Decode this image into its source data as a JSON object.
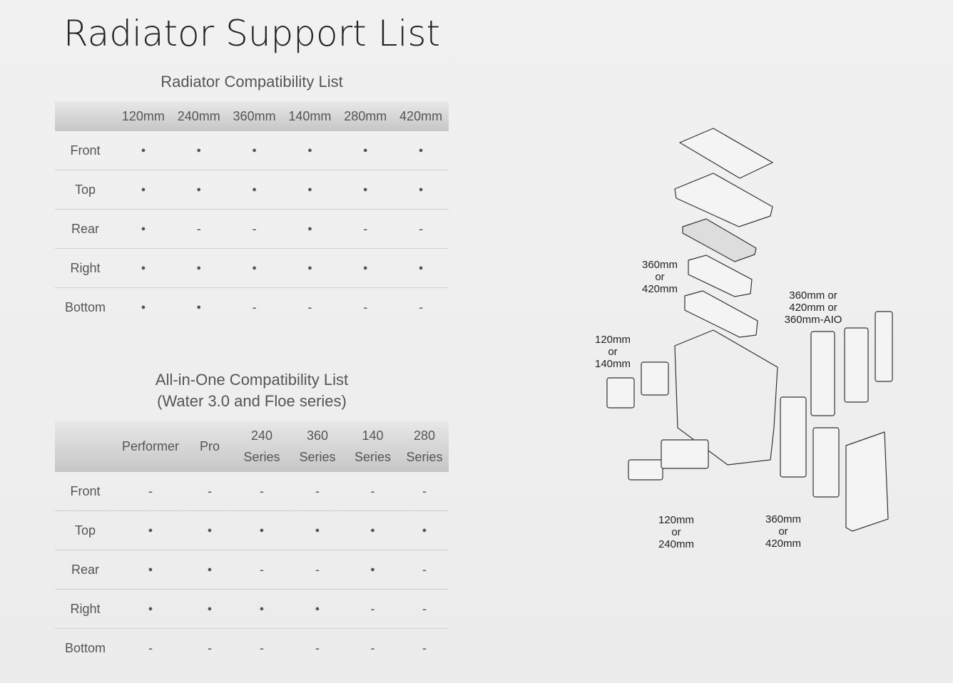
{
  "title": "Radiator Support List",
  "radiator": {
    "heading": "Radiator Compatibility List",
    "columns": [
      "120mm",
      "240mm",
      "360mm",
      "140mm",
      "280mm",
      "420mm"
    ],
    "rows": [
      {
        "label": "Front",
        "cells": [
          "●",
          "●",
          "●",
          "●",
          "●",
          "●"
        ]
      },
      {
        "label": "Top",
        "cells": [
          "●",
          "●",
          "●",
          "●",
          "●",
          "●"
        ]
      },
      {
        "label": "Rear",
        "cells": [
          "●",
          "-",
          "-",
          "●",
          "-",
          "-"
        ]
      },
      {
        "label": "Right",
        "cells": [
          "●",
          "●",
          "●",
          "●",
          "●",
          "●"
        ]
      },
      {
        "label": "Bottom",
        "cells": [
          "●",
          "●",
          "-",
          "-",
          "-",
          "-"
        ]
      }
    ]
  },
  "aio": {
    "heading_line1": "All-in-One Compatibility List",
    "heading_line2": "(Water 3.0 and Floe series)",
    "columns": [
      [
        "Performer"
      ],
      [
        "Pro"
      ],
      [
        "240",
        "Series"
      ],
      [
        "360",
        "Series"
      ],
      [
        "140",
        "Series"
      ],
      [
        "280",
        "Series"
      ]
    ],
    "rows": [
      {
        "label": "Front",
        "cells": [
          "-",
          "-",
          "-",
          "-",
          "-",
          "-"
        ]
      },
      {
        "label": "Top",
        "cells": [
          "●",
          "●",
          "●",
          "●",
          "●",
          "●"
        ]
      },
      {
        "label": "Rear",
        "cells": [
          "●",
          "●",
          "-",
          "-",
          "●",
          "-"
        ]
      },
      {
        "label": "Right",
        "cells": [
          "●",
          "●",
          "●",
          "●",
          "-",
          "-"
        ]
      },
      {
        "label": "Bottom",
        "cells": [
          "-",
          "-",
          "-",
          "-",
          "-",
          "-"
        ]
      }
    ]
  },
  "diagram": {
    "labels": {
      "top": [
        "360mm",
        "or",
        "420mm"
      ],
      "right": [
        "360mm or",
        "420mm or",
        "360mm-AIO"
      ],
      "rear": [
        "120mm",
        "or",
        "140mm"
      ],
      "bottom": [
        "120mm",
        "or",
        "240mm"
      ],
      "front": [
        "360mm",
        "or",
        "420mm"
      ]
    }
  }
}
